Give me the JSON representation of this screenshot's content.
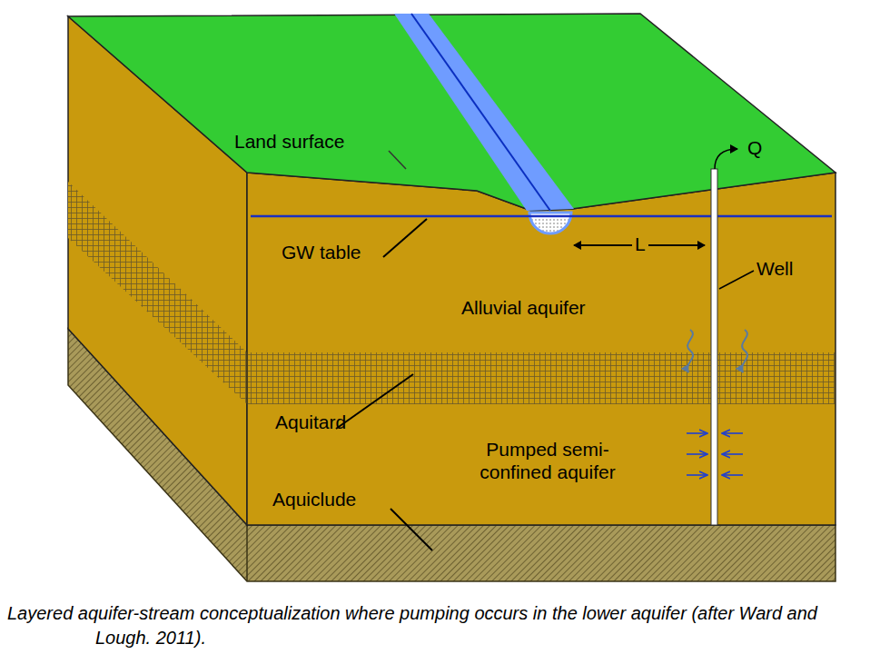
{
  "diagram": {
    "caption": "Layered aquifer-stream conceptualization where pumping occurs in the lower aquifer (after Ward and Lough. 2011).",
    "nodes": [
      {
        "text": [
          "Alluvial aquifer"
        ]
      },
      {
        "text": [
          "Pumped semi-confined aquifer"
        ]
      }
    ],
    "labels": [
      "Land surface",
      "GW table",
      "L",
      "Q",
      "Well",
      "Aquitard",
      "Aquiclude"
    ]
  }
}
